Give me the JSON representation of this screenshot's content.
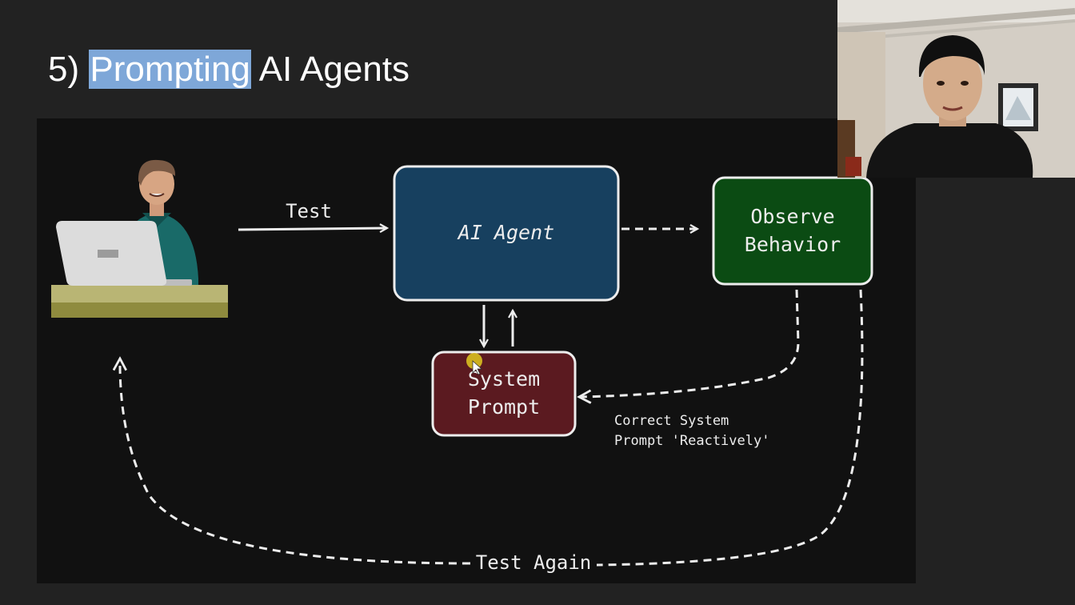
{
  "slide": {
    "title_prefix": "5) ",
    "title_highlight": "Prompting",
    "title_suffix": " AI Agents"
  },
  "diagram": {
    "test_label": "Test",
    "agent_label": "AI Agent",
    "observe_line1": "Observe",
    "observe_line2": "Behavior",
    "system_line1": "System",
    "system_line2": "Prompt",
    "note_line1": "Correct System",
    "note_line2": "Prompt 'Reactively'",
    "test_again_label": "Test Again",
    "colors": {
      "agent_box": "#17405f",
      "observe_box": "#0b4b13",
      "system_box": "#5b1a20",
      "highlight": "#7ea7d8",
      "cursor": "#d9c020"
    }
  },
  "webcam": {
    "icon": "presenter-video-feed"
  }
}
